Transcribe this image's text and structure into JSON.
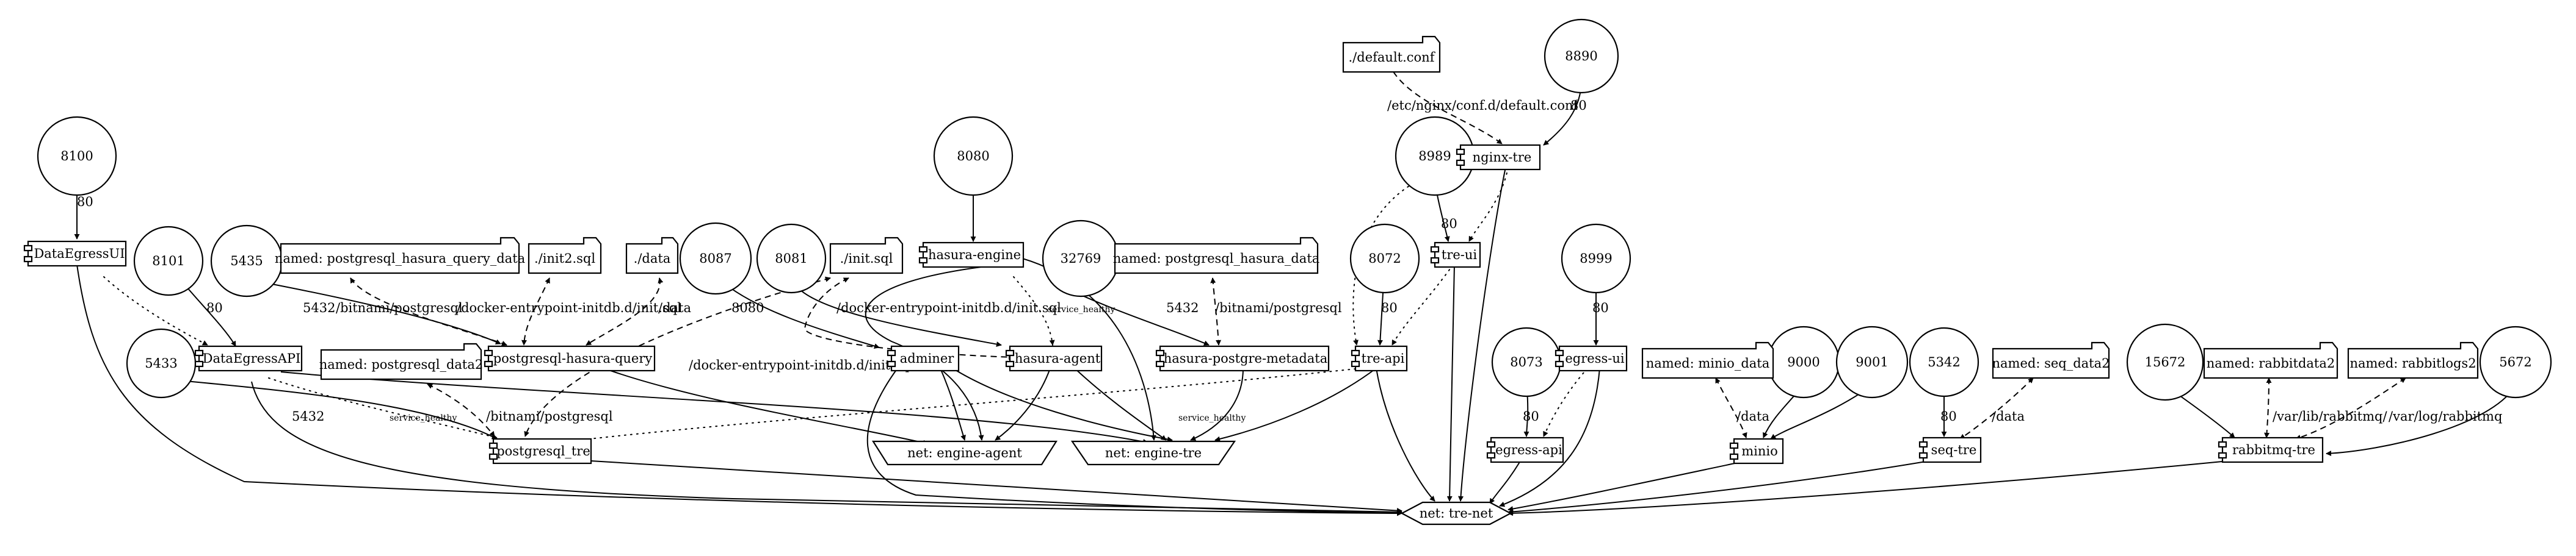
{
  "diagram": {
    "ports": {
      "p8100": "8100",
      "p8101": "8101",
      "p5435": "5435",
      "p5433": "5433",
      "p8087": "8087",
      "p8081": "8081",
      "p8080": "8080",
      "p32769": "32769",
      "p8890": "8890",
      "p8989": "8989",
      "p8072": "8072",
      "p8999": "8999",
      "p8073": "8073",
      "p9000": "9000",
      "p9001": "9001",
      "p5342": "5342",
      "p15672": "15672",
      "p5672": "5672"
    },
    "services": {
      "dataegressui": "DataEgressUI",
      "dataegressapi": "DataEgressAPI",
      "postgresql_hasura_query": "postgresql-hasura-query",
      "postgresql_tre": "postgresql_tre",
      "adminer": "adminer",
      "hasura_engine": "hasura-engine",
      "hasura_agent": "hasura-agent",
      "hasura_postgre_metadata": "hasura-postgre-metadata",
      "nginx_tre": "nginx-tre",
      "tre_ui": "tre-ui",
      "tre_api": "tre-api",
      "egress_ui": "egress-ui",
      "egress_api": "egress-api",
      "minio": "minio",
      "seq_tre": "seq-tre",
      "rabbitmq_tre": "rabbitmq-tre"
    },
    "volumes": {
      "pg_hasura_query_data": "named: postgresql_hasura_query_data",
      "init2_sql": "./init2.sql",
      "data_dir": "./data",
      "init_sql": "./init.sql",
      "pg_data2": "named: postgresql_data2",
      "pg_hasura_data": "named: postgresql_hasura_data",
      "default_conf": "./default.conf",
      "minio_data": "named: minio_data",
      "seq_data2": "named: seq_data2",
      "rabbitdata2": "named: rabbitdata2",
      "rabbitlogs2": "named: rabbitlogs2"
    },
    "networks": {
      "engine_agent": "net: engine-agent",
      "engine_tre": "net: engine-tre",
      "tre_net": "net: tre-net"
    },
    "edge_labels": {
      "e8100": "80",
      "e8101": "80",
      "e5435": "5432",
      "e5433": "5432",
      "e8087": "8080",
      "e32769": "5432",
      "e8890": "80",
      "e8989": "80",
      "e8072": "80",
      "e8999": "80",
      "e8073": "80",
      "e5342": "80",
      "bitnami_query": "/bitnami/postgresql",
      "init2_mount": "/docker-entrypoint-initdb.d/init.sql",
      "data_mount": "/data",
      "init_mount_adminer": "/docker-entrypoint-initdb.d/init.sql",
      "init_mount_tre": "/docker-entrypoint-initdb.d/init.sql",
      "bitnami_tre": "/bitnami/postgresql",
      "bitnami_meta": "/bitnami/postgresql",
      "nginx_conf": "/etc/nginx/conf.d/default.conf",
      "minio_mount": "/data",
      "seq_mount": "/data",
      "rabbit_lib": "/var/lib/rabbitmq/",
      "rabbit_log": "/var/log/rabbitmq",
      "healthy_hasura": "service_healthy",
      "healthy_api_tre": "service_healthy",
      "healthy_treapi": "service_healthy"
    }
  }
}
